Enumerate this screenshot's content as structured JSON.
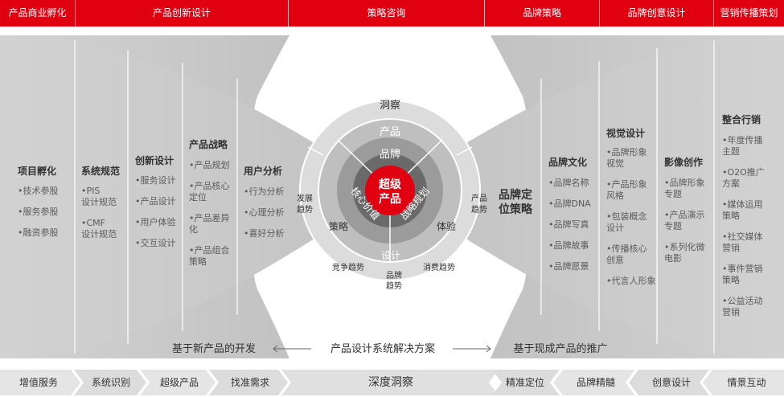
{
  "top_tabs": [
    "产品商业孵化",
    "产品创新设计",
    "策略咨询",
    "品牌策略",
    "品牌创意设计",
    "营销传播策划"
  ],
  "left_columns": [
    {
      "title": "项目孵化",
      "items": [
        [
          "•技术参股"
        ],
        [
          "•服务参股"
        ],
        [
          "•融资参股"
        ]
      ]
    },
    {
      "title": "系统规范",
      "items": [
        [
          "•PIS",
          "设计规范"
        ],
        [
          "•CMF",
          "设计规范"
        ]
      ]
    },
    {
      "title": "创新设计",
      "items": [
        [
          "•服务设计"
        ],
        [
          "•产品设计"
        ],
        [
          "•用户体验"
        ],
        [
          "•交互设计"
        ]
      ]
    },
    {
      "title": "产品战略",
      "items": [
        [
          "•产品规划"
        ],
        [
          "•产品核心",
          "定位"
        ],
        [
          "•产品差异",
          "化"
        ],
        [
          "•产品组合",
          "策略"
        ]
      ]
    },
    {
      "title": "用户分析",
      "items": [
        [
          "•行为分析"
        ],
        [
          "•心理分析"
        ],
        [
          "•喜好分析"
        ]
      ]
    }
  ],
  "right_columns": [
    {
      "title": [
        "品牌定",
        "位策略"
      ],
      "items": []
    },
    {
      "title": [
        "品牌文化"
      ],
      "items": [
        [
          "•品牌名称"
        ],
        [
          "•品牌DNA"
        ],
        [
          "•品牌写真"
        ],
        [
          "•品牌故事"
        ],
        [
          "•品牌愿景"
        ]
      ]
    },
    {
      "title": [
        "视觉设计"
      ],
      "items": [
        [
          "•品牌形象",
          "视觉"
        ],
        [
          "•产品形象",
          "风格"
        ],
        [
          "•包装概念",
          "设计"
        ],
        [
          "•传播核心",
          "创意"
        ],
        [
          "•代言人形象"
        ]
      ]
    },
    {
      "title": [
        "影像创作"
      ],
      "items": [
        [
          "•品牌形象",
          "专题"
        ],
        [
          "•产品演示",
          "专题"
        ],
        [
          "•系列化微",
          "电影"
        ]
      ]
    },
    {
      "title": [
        "整合行销"
      ],
      "items": [
        [
          "•年度传播",
          "主题"
        ],
        [
          "•O2O推广",
          "方案"
        ],
        [
          "•媒体运用",
          "策略"
        ],
        [
          "•社交媒体",
          "营销"
        ],
        [
          "•事件营销",
          "策略"
        ],
        [
          "•公益活动",
          "营销"
        ]
      ]
    }
  ],
  "center": {
    "ring_outer": "洞察",
    "ring_product": "产品",
    "ring_brand": "品牌",
    "core": [
      "超级",
      "产品"
    ],
    "core_value": "核心价值",
    "strategic_planning": "战略规划",
    "strategy": "策略",
    "experience": "体验",
    "design": "设计",
    "dev_trend": [
      "发展",
      "趋势"
    ],
    "product_trend": [
      "产品",
      "趋势"
    ],
    "competition_trend": "竞争趋势",
    "consumer_trend": "消费趋势",
    "brand_trend": [
      "品牌",
      "趋势"
    ]
  },
  "bottom_line": {
    "left": "基于新产品的开发",
    "center": "产品设计系统解决方案",
    "right": "基于现成产品的推广"
  },
  "bottom_tabs": [
    "增值服务",
    "系统识别",
    "超级产品",
    "找准需求",
    "深度洞察",
    "精准定位",
    "品牌精髓",
    "创意设计",
    "情景互动"
  ],
  "colors": {
    "accent": "#e0000f",
    "panel": "#c8c8c8",
    "text_dark": "#333333",
    "text_item": "#5a5a5a"
  }
}
